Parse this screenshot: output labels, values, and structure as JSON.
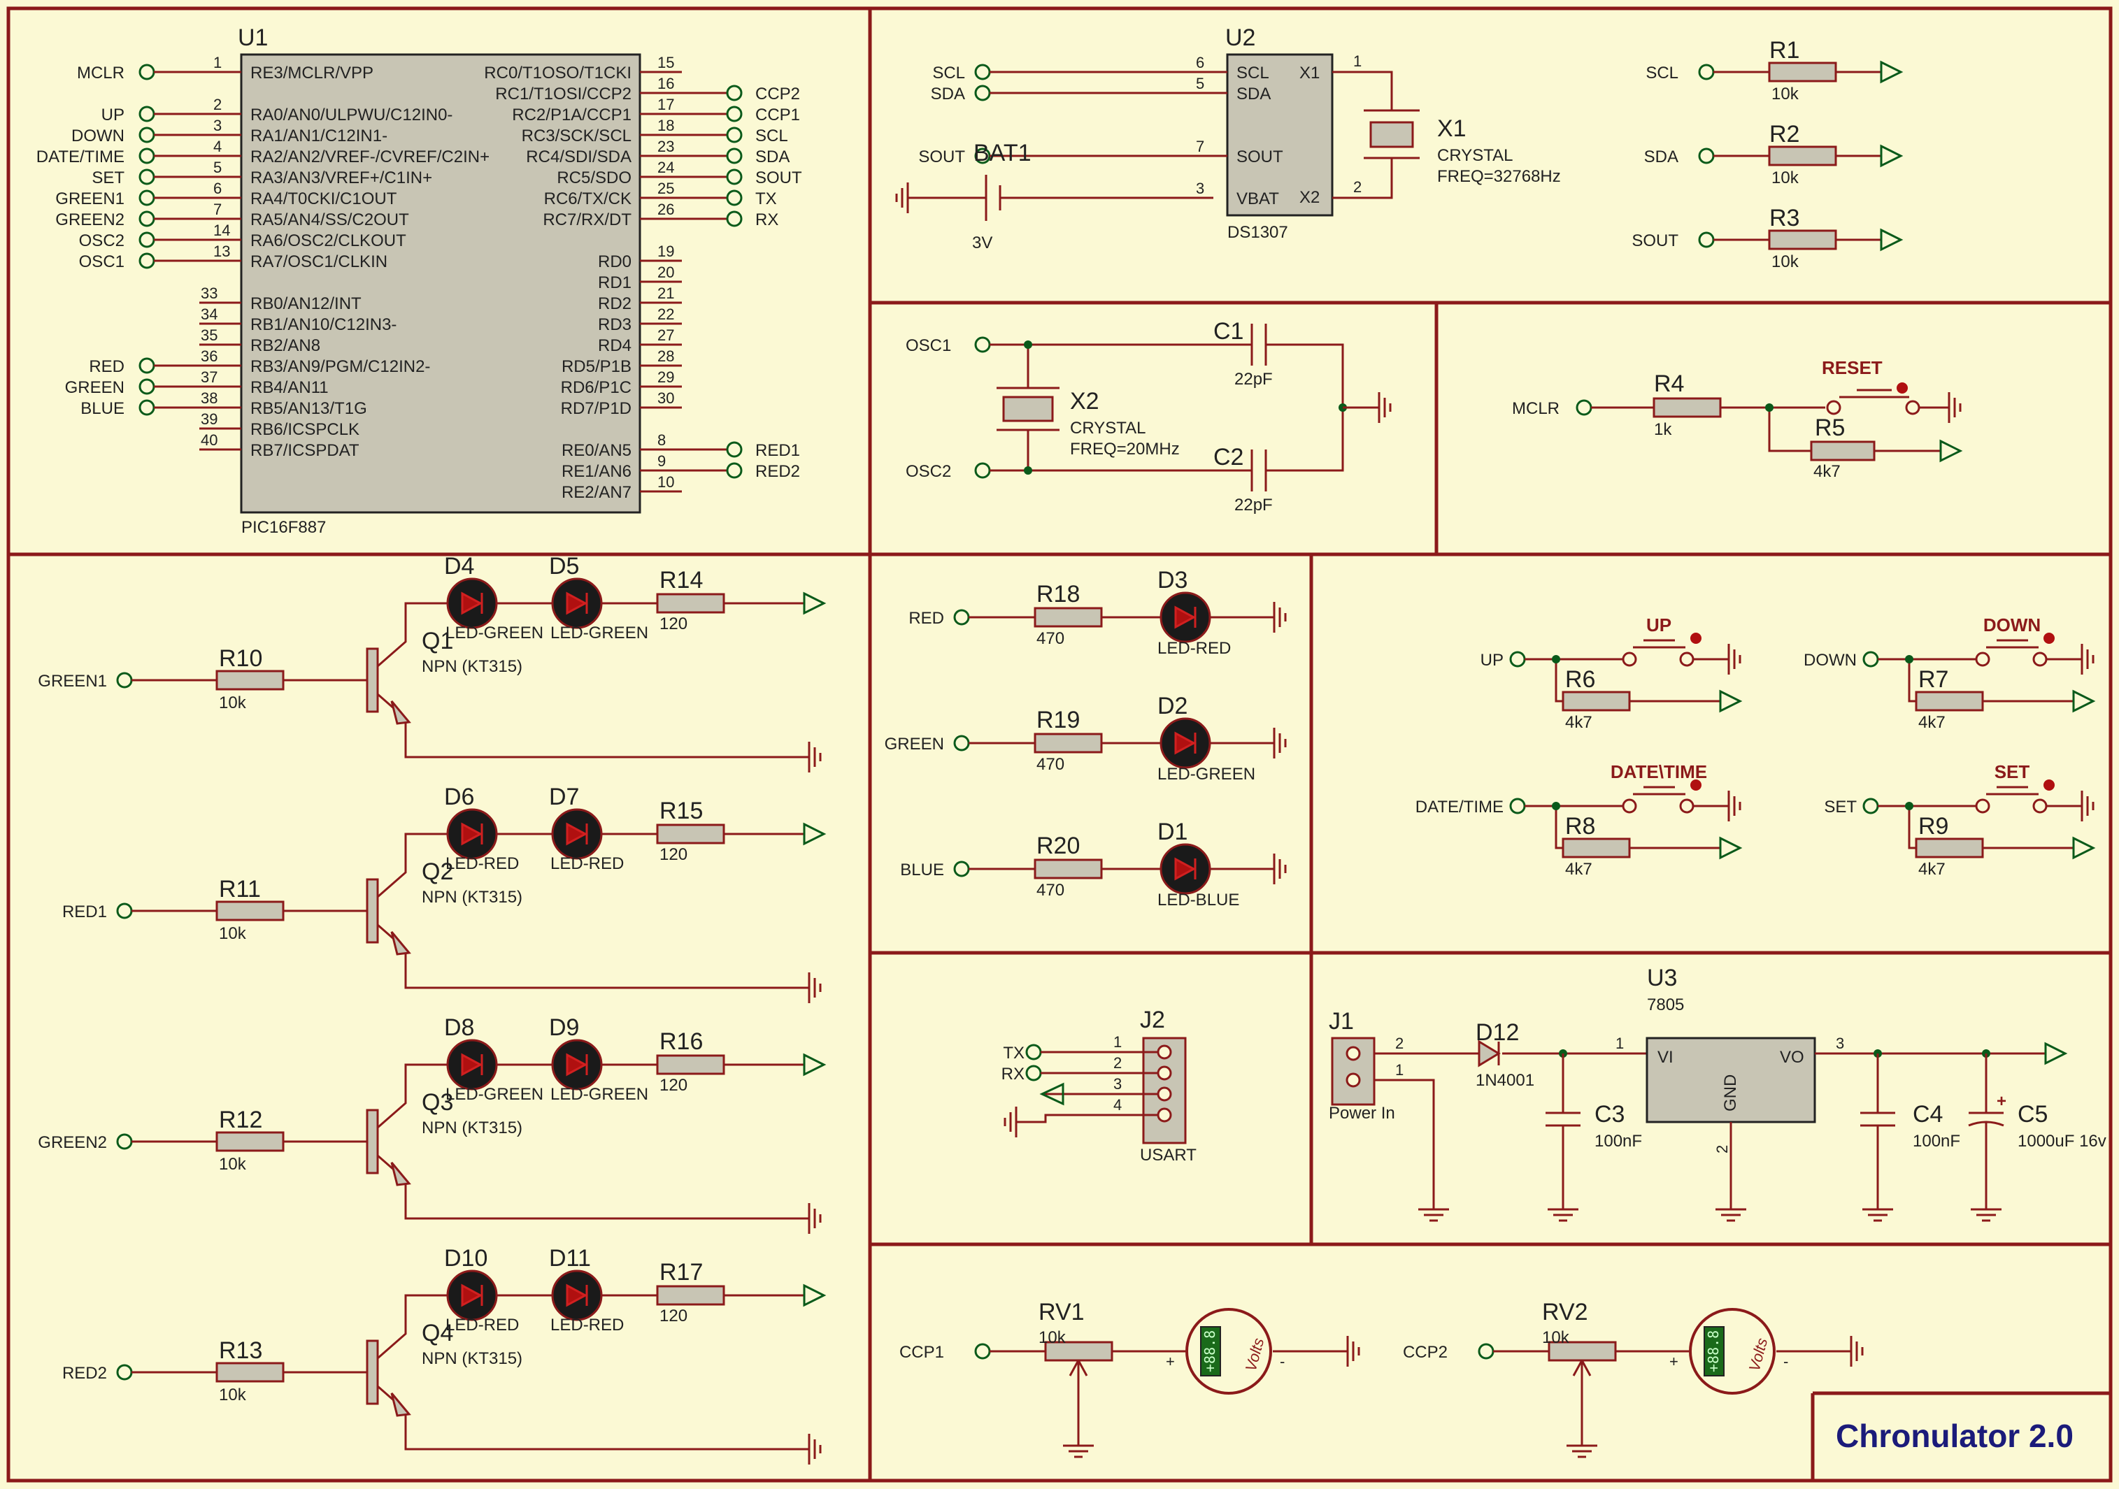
{
  "title": "Chronulator 2.0",
  "colors": {
    "background": "#fbf9d4",
    "wire": "#8b1a1a",
    "net": "#0a5a1a",
    "title": "#1b1b7a",
    "part_fill": "#c8c5b4"
  },
  "u1": {
    "ref": "U1",
    "part": "PIC16F887",
    "left_nets": [
      {
        "net": "MCLR",
        "pin": "1",
        "func": "RE3/MCLR/VPP"
      },
      {
        "net": "UP",
        "pin": "2",
        "func": "RA0/AN0/ULPWU/C12IN0-"
      },
      {
        "net": "DOWN",
        "pin": "3",
        "func": "RA1/AN1/C12IN1-"
      },
      {
        "net": "DATE/TIME",
        "pin": "4",
        "func": "RA2/AN2/VREF-/CVREF/C2IN+"
      },
      {
        "net": "SET",
        "pin": "5",
        "func": "RA3/AN3/VREF+/C1IN+"
      },
      {
        "net": "GREEN1",
        "pin": "6",
        "func": "RA4/T0CKI/C1OUT"
      },
      {
        "net": "GREEN2",
        "pin": "7",
        "func": "RA5/AN4/SS/C2OUT"
      },
      {
        "net": "OSC2",
        "pin": "14",
        "func": "RA6/OSC2/CLKOUT"
      },
      {
        "net": "OSC1",
        "pin": "13",
        "func": "RA7/OSC1/CLKIN"
      }
    ],
    "rb_pins": [
      {
        "net": "",
        "pin": "33",
        "func": "RB0/AN12/INT"
      },
      {
        "net": "",
        "pin": "34",
        "func": "RB1/AN10/C12IN3-"
      },
      {
        "net": "",
        "pin": "35",
        "func": "RB2/AN8"
      },
      {
        "net": "RED",
        "pin": "36",
        "func": "RB3/AN9/PGM/C12IN2-"
      },
      {
        "net": "GREEN",
        "pin": "37",
        "func": "RB4/AN11"
      },
      {
        "net": "BLUE",
        "pin": "38",
        "func": "RB5/AN13/T1G"
      },
      {
        "net": "",
        "pin": "39",
        "func": "RB6/ICSPCLK"
      },
      {
        "net": "",
        "pin": "40",
        "func": "RB7/ICSPDAT"
      }
    ],
    "rc_pins": [
      {
        "net": "",
        "pin": "15",
        "func": "RC0/T1OSO/T1CKI"
      },
      {
        "net": "CCP2",
        "pin": "16",
        "func": "RC1/T1OSI/CCP2"
      },
      {
        "net": "CCP1",
        "pin": "17",
        "func": "RC2/P1A/CCP1"
      },
      {
        "net": "SCL",
        "pin": "18",
        "func": "RC3/SCK/SCL"
      },
      {
        "net": "SDA",
        "pin": "23",
        "func": "RC4/SDI/SDA"
      },
      {
        "net": "SOUT",
        "pin": "24",
        "func": "RC5/SDO"
      },
      {
        "net": "TX",
        "pin": "25",
        "func": "RC6/TX/CK"
      },
      {
        "net": "RX",
        "pin": "26",
        "func": "RC7/RX/DT"
      }
    ],
    "rd_pins": [
      {
        "pin": "19",
        "func": "RD0"
      },
      {
        "pin": "20",
        "func": "RD1"
      },
      {
        "pin": "21",
        "func": "RD2"
      },
      {
        "pin": "22",
        "func": "RD3"
      },
      {
        "pin": "27",
        "func": "RD4"
      },
      {
        "pin": "28",
        "func": "RD5/P1B"
      },
      {
        "pin": "29",
        "func": "RD6/P1C"
      },
      {
        "pin": "30",
        "func": "RD7/P1D"
      }
    ],
    "re_pins": [
      {
        "net": "RED1",
        "pin": "8",
        "func": "RE0/AN5"
      },
      {
        "net": "RED2",
        "pin": "9",
        "func": "RE1/AN6"
      },
      {
        "net": "",
        "pin": "10",
        "func": "RE2/AN7"
      }
    ]
  },
  "rtc": {
    "ref": "U2",
    "part": "DS1307",
    "pins": [
      {
        "net": "SCL",
        "pin": "6",
        "func": "SCL"
      },
      {
        "net": "SDA",
        "pin": "5",
        "func": "SDA"
      },
      {
        "net": "SOUT",
        "pin": "7",
        "func": "SOUT"
      },
      {
        "net": "",
        "pin": "3",
        "func": "VBAT"
      }
    ],
    "right_pins": [
      {
        "pin": "1",
        "func": "X1"
      },
      {
        "pin": "2",
        "func": "X2"
      }
    ],
    "bat_ref": "BAT1",
    "bat_val": "3V",
    "xtal_ref": "X1",
    "xtal_type": "CRYSTAL",
    "xtal_freq": "FREQ=32768Hz"
  },
  "pullups": [
    {
      "net": "SCL",
      "ref": "R1",
      "val": "10k"
    },
    {
      "net": "SDA",
      "ref": "R2",
      "val": "10k"
    },
    {
      "net": "SOUT",
      "ref": "R3",
      "val": "10k"
    }
  ],
  "osc": {
    "in": "OSC1",
    "out": "OSC2",
    "xtal_ref": "X2",
    "xtal_type": "CRYSTAL",
    "xtal_freq": "FREQ=20MHz",
    "c1_ref": "C1",
    "c1_val": "22pF",
    "c2_ref": "C2",
    "c2_val": "22pF"
  },
  "reset": {
    "net": "MCLR",
    "r4_ref": "R4",
    "r4_val": "1k",
    "btn": "RESET",
    "r5_ref": "R5",
    "r5_val": "4k7"
  },
  "drivers": [
    {
      "net": "GREEN1",
      "rb_ref": "R10",
      "rb_val": "10k",
      "q_ref": "Q1",
      "q_val": "NPN (KT315)",
      "d_a": "D4",
      "d_b": "D5",
      "led_a": "LED-GREEN",
      "led_b": "LED-GREEN",
      "rc_ref": "R14",
      "rc_val": "120"
    },
    {
      "net": "RED1",
      "rb_ref": "R11",
      "rb_val": "10k",
      "q_ref": "Q2",
      "q_val": "NPN (KT315)",
      "d_a": "D6",
      "d_b": "D7",
      "led_a": "LED-RED",
      "led_b": "LED-RED",
      "rc_ref": "R15",
      "rc_val": "120"
    },
    {
      "net": "GREEN2",
      "rb_ref": "R12",
      "rb_val": "10k",
      "q_ref": "Q3",
      "q_val": "NPN (KT315)",
      "d_a": "D8",
      "d_b": "D9",
      "led_a": "LED-GREEN",
      "led_b": "LED-GREEN",
      "rc_ref": "R16",
      "rc_val": "120"
    },
    {
      "net": "RED2",
      "rb_ref": "R13",
      "rb_val": "10k",
      "q_ref": "Q4",
      "q_val": "NPN (KT315)",
      "d_a": "D10",
      "d_b": "D11",
      "led_a": "LED-RED",
      "led_b": "LED-RED",
      "rc_ref": "R17",
      "rc_val": "120"
    }
  ],
  "rgb": [
    {
      "net": "RED",
      "r_ref": "R18",
      "r_val": "470",
      "d_ref": "D3",
      "d_val": "LED-RED"
    },
    {
      "net": "GREEN",
      "r_ref": "R19",
      "r_val": "470",
      "d_ref": "D2",
      "d_val": "LED-GREEN"
    },
    {
      "net": "BLUE",
      "r_ref": "R20",
      "r_val": "470",
      "d_ref": "D1",
      "d_val": "LED-BLUE"
    }
  ],
  "buttons": [
    {
      "net": "UP",
      "btn": "UP",
      "r_ref": "R6",
      "r_val": "4k7"
    },
    {
      "net": "DOWN",
      "btn": "DOWN",
      "r_ref": "R7",
      "r_val": "4k7"
    },
    {
      "net": "DATE/TIME",
      "btn": "DATE\\TIME",
      "r_ref": "R8",
      "r_val": "4k7"
    },
    {
      "net": "SET",
      "btn": "SET",
      "r_ref": "R9",
      "r_val": "4k7"
    }
  ],
  "usart": {
    "ref": "J2",
    "name": "USART",
    "pins": [
      {
        "net": "TX",
        "pin": "1"
      },
      {
        "net": "RX",
        "pin": "2"
      },
      {
        "net": "",
        "pin": "3"
      },
      {
        "net": "",
        "pin": "4"
      }
    ]
  },
  "power": {
    "j_ref": "J1",
    "j_name": "Power In",
    "j_pin_a": "2",
    "j_pin_b": "1",
    "d_ref": "D12",
    "d_val": "1N4001",
    "u_ref": "U3",
    "u_val": "7805",
    "vi": "VI",
    "vo": "VO",
    "gnd": "GND",
    "pin_vi": "1",
    "pin_vo": "3",
    "pin_gnd": "2",
    "c3_ref": "C3",
    "c3_val": "100nF",
    "c4_ref": "C4",
    "c4_val": "100nF",
    "c5_ref": "C5",
    "c5_val": "1000uF 16v",
    "plus": "+"
  },
  "meters": [
    {
      "net": "CCP1",
      "ref": "RV1",
      "val": "10k",
      "display": "+88.8",
      "unit": "Volts",
      "plus": "+",
      "minus": "-"
    },
    {
      "net": "CCP2",
      "ref": "RV2",
      "val": "10k",
      "display": "+88.8",
      "unit": "Volts",
      "plus": "+",
      "minus": "-"
    }
  ]
}
